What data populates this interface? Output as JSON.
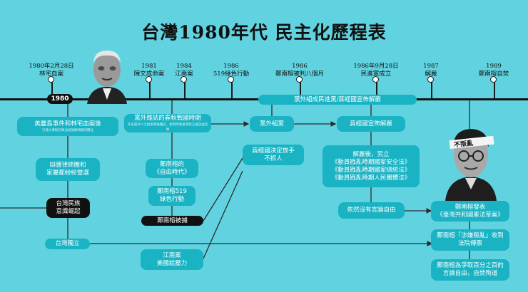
{
  "title": "台灣1980年代  民主化歷程表",
  "timeline_events": [
    {
      "date": "1980年2月28日",
      "label": "林宅血案"
    },
    {
      "date": "1981",
      "label": "陳文成命案"
    },
    {
      "date": "1984",
      "label": "江南案"
    },
    {
      "date": "1986",
      "label": "519綠色行動"
    },
    {
      "date": "1986",
      "label": "鄭南榕被判八個月"
    },
    {
      "date": "1986年9月28日",
      "label": "民進黨成立"
    },
    {
      "date": "1987",
      "label": "解嚴"
    },
    {
      "date": "1989",
      "label": "鄭南榕自焚"
    }
  ],
  "year_marker": "1980",
  "banner": "黨外組成民進黨/蔣經國宣佈解嚴",
  "boxes": {
    "b1": "美麗島事件和林宅血案後",
    "b1_sub": "引發大眾對於政治與族群問題的關注",
    "b2a": "辯護律師團和",
    "b2b": "家屬都紛紛當選",
    "b3a": "台灣民族",
    "b3b": "意識崛起",
    "b4": "台灣獨立",
    "c1": "黨外雜誌的春秋戰國時期",
    "c1_sub": "許多黨外人士創辦政論雜誌，批判時政並爭取言論自由空間",
    "c2a": "鄭南榕的",
    "c2b": "《自由時代》",
    "c3a": "鄭南榕519",
    "c3b": "綠色行動",
    "c4": "鄭南榕被捕",
    "c5a": "江南案",
    "c5b": "美國給壓力",
    "d1": "黨外組黨",
    "d2a": "蔣經國決定放手",
    "d2b": "不抓人",
    "e1": "蔣經國宣佈解嚴",
    "e2a": "解嚴後，另立",
    "e2b": "《動員戡亂時期國家安全法》",
    "e2c": "《動員戡亂時期國家總統法》",
    "e2d": "《動員戡亂時期人民團體法》",
    "e3": "依然沒有言論自由",
    "f1a": "鄭南榕發表",
    "f1b": "《臺灣共和國憲法草案》",
    "f2a": "鄭南榕「涉嫌叛亂」收到",
    "f2b": "法院傳票",
    "f3a": "鄭南榕為爭取百分之百的",
    "f3b": "言論自由，自焚殉道"
  },
  "portrait_headband": "不叛亂",
  "colors": {
    "background": "#61d3e0",
    "box": "#1ab3c4",
    "dark": "#111111",
    "line": "#1a1a1a"
  }
}
